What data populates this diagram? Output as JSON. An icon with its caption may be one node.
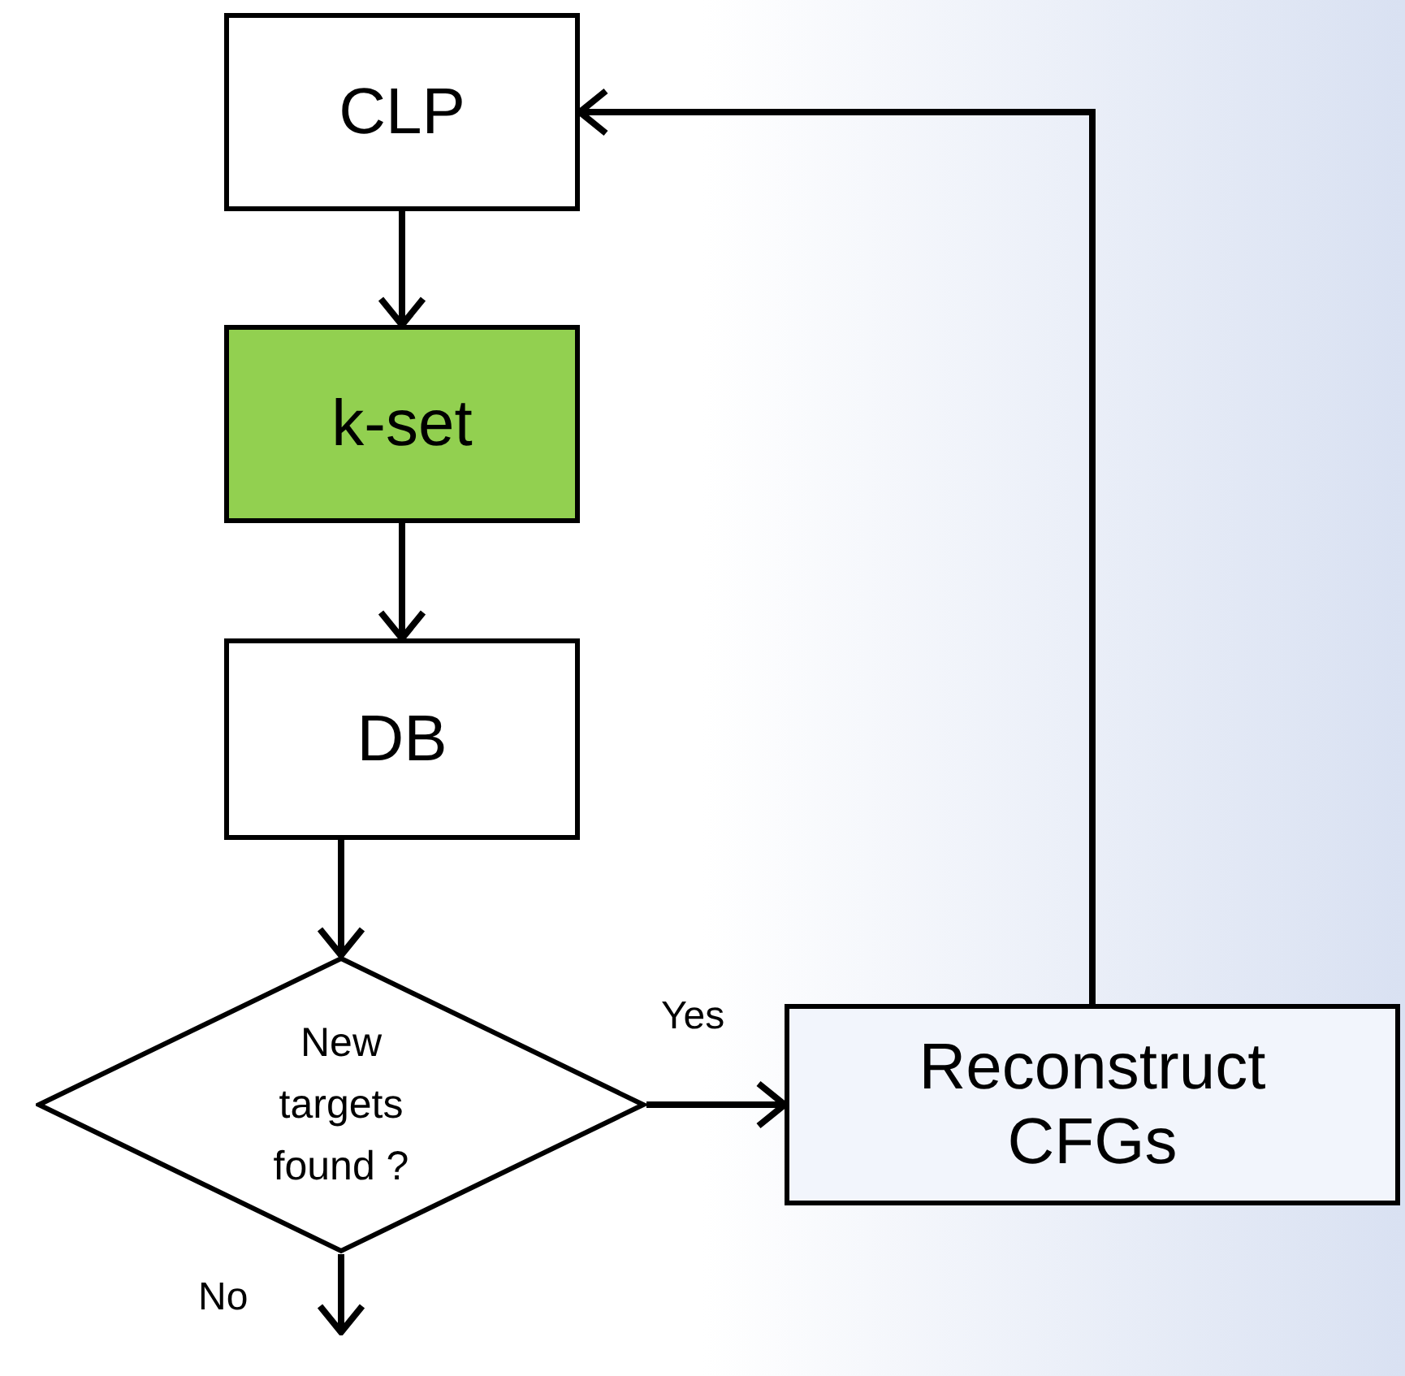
{
  "diagram": {
    "nodes": [
      {
        "text": [
          "CLP"
        ]
      },
      {
        "text": [
          "k-set"
        ]
      },
      {
        "text": [
          "DB"
        ]
      },
      {
        "text": [
          "New targets found ?"
        ]
      },
      {
        "text": [
          "Reconstruct CFGs"
        ]
      }
    ],
    "edges": [
      {
        "from": 0,
        "to": 1,
        "arrow": "to"
      },
      {
        "from": 1,
        "to": 2,
        "arrow": "to"
      },
      {
        "from": 2,
        "to": 3,
        "arrow": "to"
      },
      {
        "from": 3,
        "to": 4,
        "arrow": "to",
        "label": "Yes"
      },
      {
        "from": 4,
        "to": 0,
        "arrow": "to"
      },
      {
        "from": 3,
        "to": null,
        "arrow": "to",
        "label": "No"
      }
    ]
  }
}
